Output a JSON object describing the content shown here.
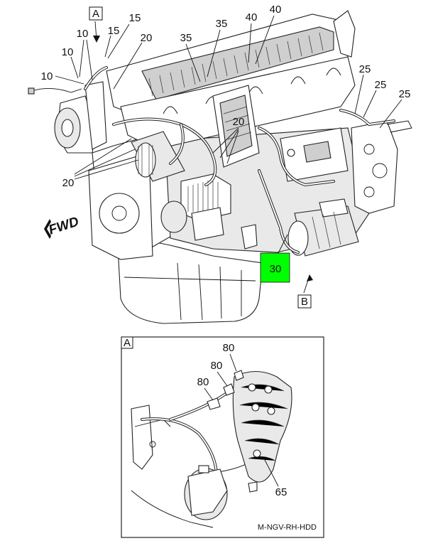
{
  "view_markers": {
    "a": "A",
    "b": "B"
  },
  "direction_label": "FWD",
  "callouts": {
    "c10": "10",
    "c15": "15",
    "c20": "20",
    "c25": "25",
    "c30": "30",
    "c35": "35",
    "c40": "40",
    "c65": "65",
    "c80": "80"
  },
  "detail_box_label": "A",
  "drawing_code": "M-NGV-RH-HDD",
  "colors": {
    "highlight": "#00ff00",
    "ink": "#111111"
  }
}
